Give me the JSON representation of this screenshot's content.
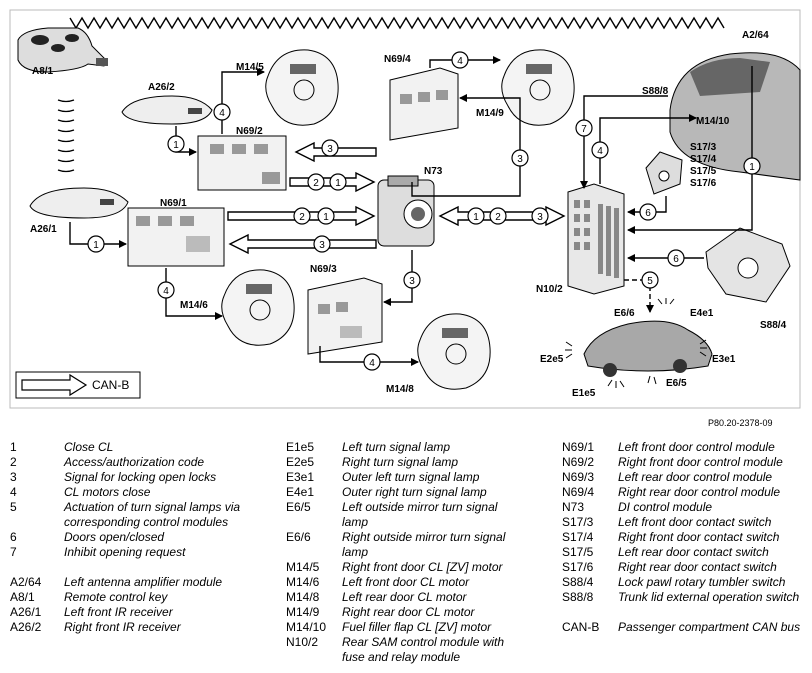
{
  "diagram": {
    "component_labels": {
      "A8_1": "A8/1",
      "A26_2": "A26/2",
      "A26_1": "A26/1",
      "M14_5": "M14/5",
      "N69_2": "N69/2",
      "N69_4": "N69/4",
      "M14_9": "M14/9",
      "N73": "N73",
      "N69_1": "N69/1",
      "M14_6": "M14/6",
      "N69_3": "N69/3",
      "M14_8": "M14/8",
      "A2_64": "A2/64",
      "S88_8": "S88/8",
      "M14_10": "M14/10",
      "S17_3": "S17/3",
      "S17_4": "S17/4",
      "S17_5": "S17/5",
      "S17_6": "S17/6",
      "N10_2": "N10/2",
      "E6_6": "E6/6",
      "E4e1": "E4e1",
      "S88_4": "S88/4",
      "E2e5": "E2e5",
      "E3e1": "E3e1",
      "E1e5": "E1e5",
      "E6_5": "E6/5"
    },
    "signal_numbers": [
      "1",
      "2",
      "3",
      "4",
      "5",
      "6",
      "7"
    ],
    "can_b_key": "CAN-B",
    "figure_ref": "P80.20-2378-09"
  },
  "legend": {
    "col1": [
      {
        "code": "1",
        "text": "Close CL"
      },
      {
        "code": "2",
        "text": "Access/authorization code"
      },
      {
        "code": "3",
        "text": "Signal for locking open locks"
      },
      {
        "code": "4",
        "text": "CL motors close"
      },
      {
        "code": "5",
        "text": "Actuation of turn signal lamps via corresponding control modules"
      },
      {
        "code": "6",
        "text": "Doors open/closed"
      },
      {
        "code": "7",
        "text": "Inhibit opening request"
      },
      {
        "code": "",
        "text": ""
      },
      {
        "code": "A2/64",
        "text": "Left antenna amplifier module"
      },
      {
        "code": "A8/1",
        "text": "Remote control key"
      },
      {
        "code": "A26/1",
        "text": "Left front IR receiver"
      },
      {
        "code": "A26/2",
        "text": "Right front IR receiver"
      }
    ],
    "col2": [
      {
        "code": "E1e5",
        "text": "Left turn signal lamp"
      },
      {
        "code": "E2e5",
        "text": "Right turn signal lamp"
      },
      {
        "code": "E3e1",
        "text": "Outer left turn signal lamp"
      },
      {
        "code": "E4e1",
        "text": "Outer right turn signal lamp"
      },
      {
        "code": "E6/5",
        "text": "Left outside mirror turn signal lamp"
      },
      {
        "code": "E6/6",
        "text": "Right outside mirror turn signal lamp"
      },
      {
        "code": "M14/5",
        "text": "Right front door CL [ZV] motor"
      },
      {
        "code": "M14/6",
        "text": "Left front door CL motor"
      },
      {
        "code": "M14/8",
        "text": "Left rear door CL motor"
      },
      {
        "code": "M14/9",
        "text": "Right rear door CL motor"
      },
      {
        "code": "M14/10",
        "text": "Fuel filler flap CL [ZV] motor"
      },
      {
        "code": "N10/2",
        "text": "Rear SAM control module with fuse and relay module"
      }
    ],
    "col3": [
      {
        "code": "N69/1",
        "text": "Left front door control module"
      },
      {
        "code": "N69/2",
        "text": "Right front door control module"
      },
      {
        "code": "N69/3",
        "text": "Left rear door control module"
      },
      {
        "code": "N69/4",
        "text": "Right rear door control module"
      },
      {
        "code": "N73",
        "text": "DI control module"
      },
      {
        "code": "S17/3",
        "text": "Left front door contact switch"
      },
      {
        "code": "S17/4",
        "text": "Right front door contact switch"
      },
      {
        "code": "S17/5",
        "text": "Left rear door contact switch"
      },
      {
        "code": "S17/6",
        "text": "Right rear door contact switch"
      },
      {
        "code": "S88/4",
        "text": "Lock pawl rotary tumbler switch"
      },
      {
        "code": "S88/8",
        "text": "Trunk lid external operation switch"
      },
      {
        "code": "",
        "text": ""
      },
      {
        "code": "CAN-B",
        "text": "Passenger compartment CAN bus"
      }
    ]
  }
}
